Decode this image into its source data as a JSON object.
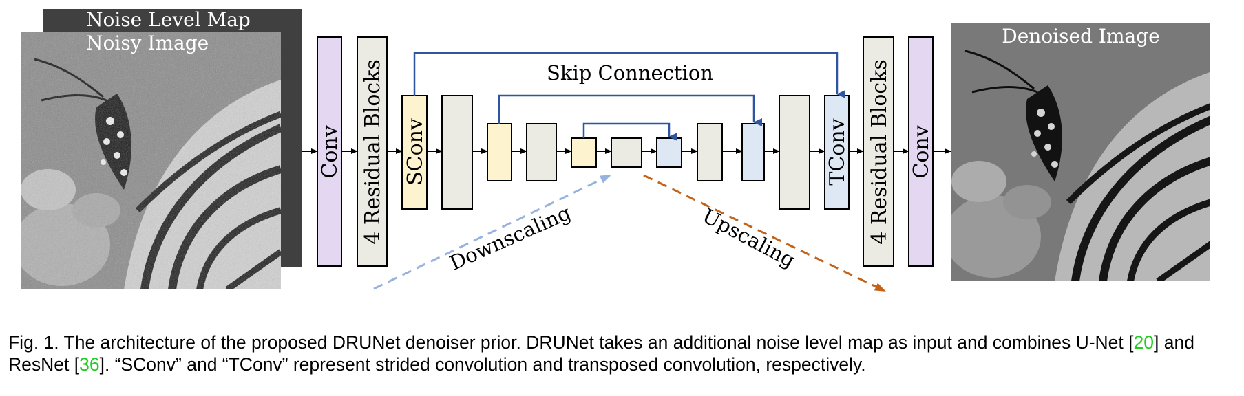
{
  "figure": {
    "images": {
      "noise_map_label": "Noise Level Map",
      "noisy_label": "Noisy Image",
      "denoised_label": "Denoised Image"
    },
    "blocks": {
      "conv_in": "Conv",
      "res_in": "4 Residual Blocks",
      "sconv": "SConv",
      "tconv": "TConv",
      "res_out": "4 Residual Blocks",
      "conv_out": "Conv"
    },
    "labels": {
      "skip": "Skip Connection",
      "down": "Downscaling",
      "up": "Upscaling"
    },
    "colors": {
      "purple": "#e3d7f1",
      "gray": "#ecebe3",
      "yellow": "#fdf3cf",
      "blue": "#dde8f4",
      "skip_arrow": "#2f55a2",
      "down_arrow": "#98b2df",
      "up_arrow": "#c46218"
    }
  },
  "caption": {
    "line1_a": "Fig. 1. The architecture of the proposed DRUNet denoiser prior. DRUNet takes an additional noise level map as input and combines U-Net [",
    "ref1": "20",
    "line1_b": "] and",
    "line2_a": "ResNet [",
    "ref2": "36",
    "line2_b": "]. “SConv” and “TConv” represent strided convolution and transposed convolution, respectively."
  }
}
